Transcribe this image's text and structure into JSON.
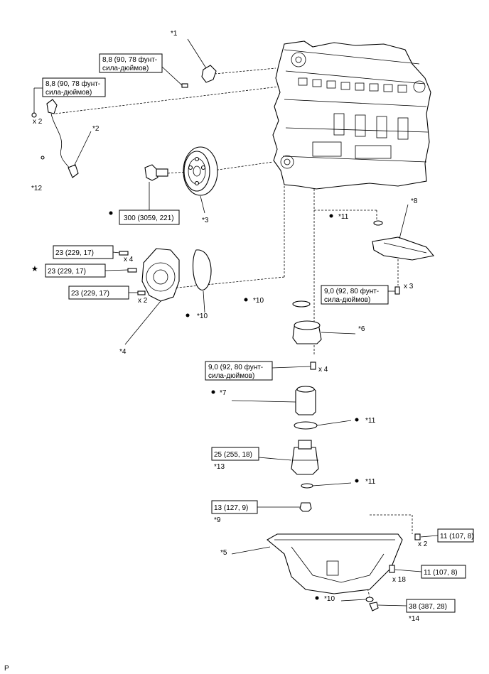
{
  "callouts": {
    "c1": "*1",
    "c2": "*2",
    "c3": "*3",
    "c4": "*4",
    "c5": "*5",
    "c6": "*6",
    "c7": "*7",
    "c8": "*8",
    "c9": "*9",
    "c10a": "*10",
    "c10b": "*10",
    "c10c": "*10",
    "c11a": "*11",
    "c11b": "*11",
    "c11c": "*11",
    "c12": "*12",
    "c13": "*13",
    "c14": "*14"
  },
  "torque": {
    "t1_line1": "8,8 (90, 78 фунт-",
    "t1_line2": "сила-дюймов)",
    "t2_line1": "8,8 (90, 78 фунт-",
    "t2_line2": "сила-дюймов)",
    "t3": "300 (3059, 221)",
    "t4": "23 (229, 17)",
    "t5": "23 (229, 17)",
    "t6": "23 (229, 17)",
    "t7_line1": "9,0 (92, 80 фунт-",
    "t7_line2": "сила-дюймов)",
    "t8_line1": "9,0 (92, 80 фунт-",
    "t8_line2": "сила-дюймов)",
    "t9": "25 (255, 18)",
    "t10": "13 (127, 9)",
    "t11": "11 (107, 8)",
    "t12": "11 (107, 8)",
    "t13": "38 (387, 28)"
  },
  "qty": {
    "q1": "x 2",
    "q2": "x 4",
    "q3": "x 2",
    "q4": "x 3",
    "q5": "x 4",
    "q6": "x 2",
    "q7": "x 18"
  },
  "marks": {
    "star": "★",
    "corner": "P"
  }
}
